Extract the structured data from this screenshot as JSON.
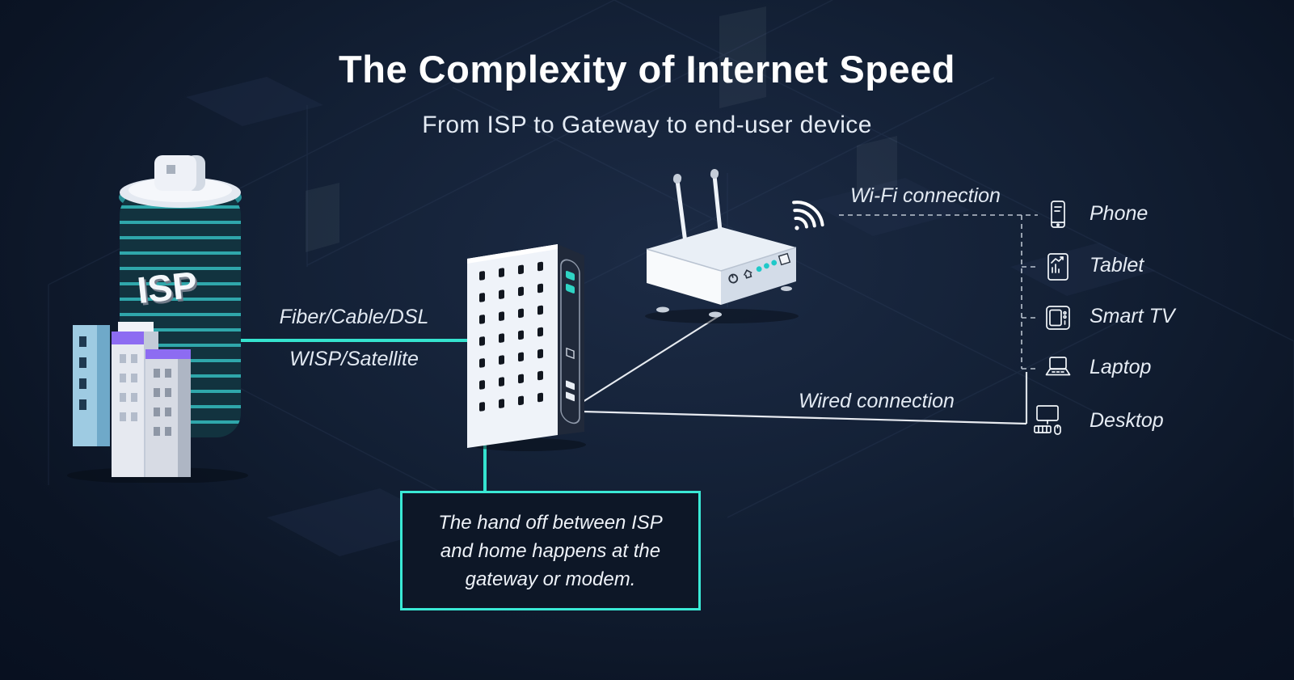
{
  "title": "The Complexity of Internet Speed",
  "subtitle": "From ISP to Gateway to end-user device",
  "isp_building": {
    "label": "ISP"
  },
  "isp_link": {
    "label_top": "Fiber/Cable/DSL",
    "label_bottom": "WISP/Satellite"
  },
  "wifi_link": {
    "label": "Wi-Fi connection"
  },
  "wired_link": {
    "label": "Wired connection"
  },
  "devices": [
    {
      "name": "phone",
      "label": "Phone"
    },
    {
      "name": "tablet",
      "label": "Tablet"
    },
    {
      "name": "smart-tv",
      "label": "Smart TV"
    },
    {
      "name": "laptop",
      "label": "Laptop"
    },
    {
      "name": "desktop",
      "label": "Desktop"
    }
  ],
  "callout": {
    "lines": [
      "The hand off between ISP",
      "and home happens at the",
      "gateway or modem."
    ]
  },
  "colors": {
    "background": "#0e1726",
    "accent_teal": "#35e3cf",
    "text_primary": "#ffffff",
    "text_secondary": "#dfe6ef"
  }
}
